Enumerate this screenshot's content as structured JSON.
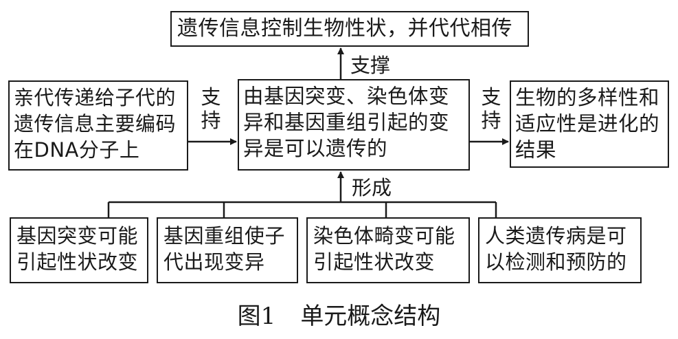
{
  "boxes": {
    "top": "遗传信息控制生物性状，并代代相传",
    "left": "亲代传递给子代的遗传信息主要编码在DNA分子上",
    "center": "由基因突变、染色体变异和基因重组引起的变异是可以遗传的",
    "right": "生物的多样性和适应性是进化的结果",
    "bottom": [
      "基因突变可能引起性状改变",
      "基因重组使子代出现变异",
      "染色体畸变可能引起性状改变",
      "人类遗传病是可以检测和预防的"
    ]
  },
  "labels": {
    "support_up": "支撑",
    "support_left": "支持",
    "support_right": "支持",
    "form": "形成"
  },
  "caption": {
    "number": "图1",
    "title": "单元概念结构"
  },
  "colors": {
    "stroke": "#1a1a1a",
    "background": "#ffffff"
  }
}
